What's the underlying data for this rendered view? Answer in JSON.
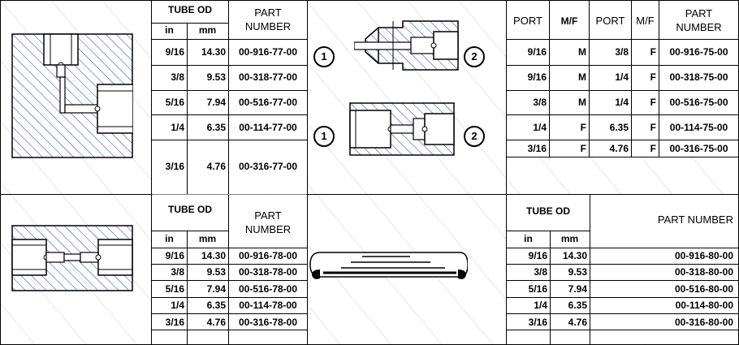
{
  "table1": {
    "h_tube": "TUBE OD",
    "h_in": "in",
    "h_mm": "mm",
    "h_part_1": "PART",
    "h_part_2": "NUMBER",
    "rows": [
      {
        "in": "9/16",
        "mm": "14.30",
        "part": "00-916-77-00"
      },
      {
        "in": "3/8",
        "mm": "9.53",
        "part": "00-318-77-00"
      },
      {
        "in": "5/16",
        "mm": "7.94",
        "part": "00-516-77-00"
      },
      {
        "in": "1/4",
        "mm": "6.35",
        "part": "00-114-77-00"
      },
      {
        "in": "3/16",
        "mm": "4.76",
        "part": "00-316-77-00"
      }
    ]
  },
  "callouts": {
    "one": "1",
    "two": "2"
  },
  "table2": {
    "h_port1": "PORT",
    "h_mf1": "M/F",
    "h_port2": "PORT",
    "h_mf2": "M/F",
    "h_part_1": "PART",
    "h_part_2": "NUMBER",
    "rows": [
      {
        "port1": "9/16",
        "mf1": "M",
        "port2": "3/8",
        "mf2": "F",
        "part": "00-916-75-00"
      },
      {
        "port1": "9/16",
        "mf1": "M",
        "port2": "1/4",
        "mf2": "F",
        "part": "00-318-75-00"
      },
      {
        "port1": "3/8",
        "mf1": "M",
        "port2": "1/4",
        "mf2": "F",
        "part": "00-516-75-00"
      },
      {
        "port1": "1/4",
        "mf1": "F",
        "port2": "6.35",
        "mf2": "F",
        "part": "00-114-75-00"
      },
      {
        "port1": "3/16",
        "mf1": "F",
        "port2": "4.76",
        "mf2": "F",
        "part": "00-316-75-00"
      }
    ]
  },
  "table3": {
    "h_tube": "TUBE OD",
    "h_in": "in",
    "h_mm": "mm",
    "h_part_1": "PART",
    "h_part_2": "NUMBER",
    "rows": [
      {
        "in": "9/16",
        "mm": "14.30",
        "part": "00-916-78-00"
      },
      {
        "in": "3/8",
        "mm": "9.53",
        "part": "00-318-78-00"
      },
      {
        "in": "5/16",
        "mm": "7.94",
        "part": "00-516-78-00"
      },
      {
        "in": "1/4",
        "mm": "6.35",
        "part": "00-114-78-00"
      },
      {
        "in": "3/16",
        "mm": "4.76",
        "part": "00-316-78-00"
      }
    ]
  },
  "table4": {
    "h_tube": "TUBE OD",
    "h_in": "in",
    "h_mm": "mm",
    "h_part": "PART NUMBER",
    "rows": [
      {
        "in": "9/16",
        "mm": "14.30",
        "part": "00-916-80-00"
      },
      {
        "in": "3/8",
        "mm": "9.53",
        "part": "00-318-80-00"
      },
      {
        "in": "5/16",
        "mm": "7.94",
        "part": "00-516-80-00"
      },
      {
        "in": "1/4",
        "mm": "6.35",
        "part": "00-114-80-00"
      },
      {
        "in": "3/16",
        "mm": "4.76",
        "part": "00-316-80-00"
      }
    ]
  }
}
